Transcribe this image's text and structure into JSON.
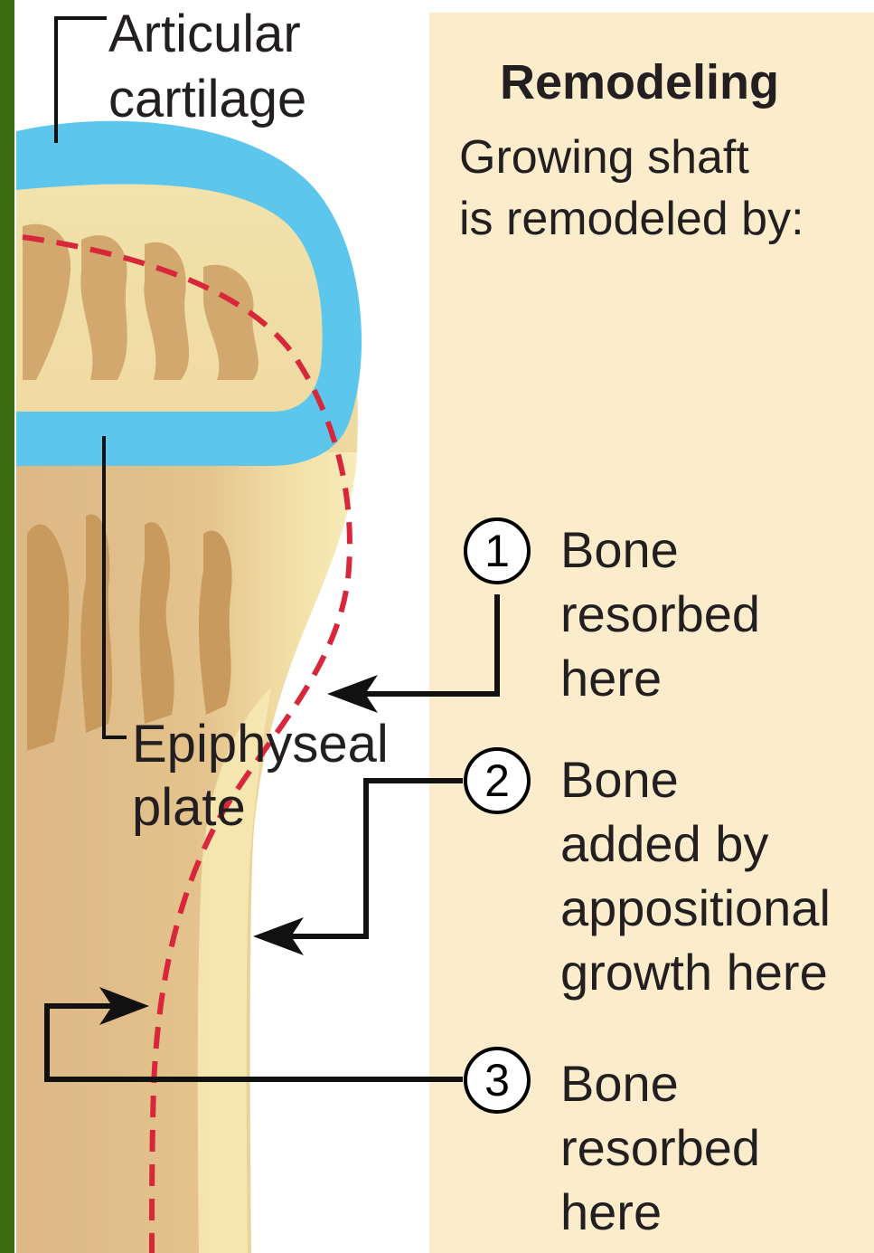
{
  "labels": {
    "articular_cartilage": [
      "Articular",
      "cartilage"
    ],
    "epiphyseal_plate": [
      "Epiphyseal",
      "plate"
    ]
  },
  "panel": {
    "title": "Remodeling",
    "subtitle": [
      "Growing shaft",
      "is remodeled by:"
    ]
  },
  "steps": [
    {
      "number": "1",
      "lines": [
        "Bone",
        "resorbed",
        "here"
      ]
    },
    {
      "number": "2",
      "lines": [
        "Bone",
        "added by",
        "appositional",
        "growth here"
      ]
    },
    {
      "number": "3",
      "lines": [
        "Bone",
        "resorbed",
        "here"
      ]
    }
  ],
  "colors": {
    "left_border": "#3a6b12",
    "panel_bg": "#fbedcc",
    "cartilage": "#5cc6ec",
    "bone_light": "#f3e1a6",
    "bone_dark": "#d9b47a",
    "dashed_outline": "#d8263a",
    "arrows": "#111111"
  }
}
